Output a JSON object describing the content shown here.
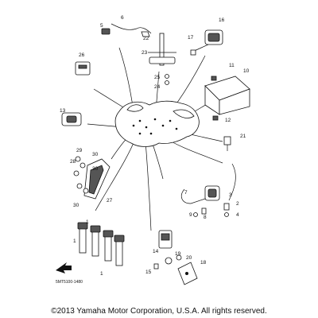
{
  "diagram": {
    "callouts": [
      {
        "id": "c6",
        "text": "6"
      },
      {
        "id": "c5",
        "text": "5"
      },
      {
        "id": "c16",
        "text": "16"
      },
      {
        "id": "c22",
        "text": "22"
      },
      {
        "id": "c17",
        "text": "17"
      },
      {
        "id": "c23",
        "text": "23"
      },
      {
        "id": "c26",
        "text": "26"
      },
      {
        "id": "c25",
        "text": "25"
      },
      {
        "id": "c24",
        "text": "24"
      },
      {
        "id": "c11",
        "text": "11"
      },
      {
        "id": "c10",
        "text": "10"
      },
      {
        "id": "c13",
        "text": "13"
      },
      {
        "id": "c12",
        "text": "12"
      },
      {
        "id": "c21",
        "text": "21"
      },
      {
        "id": "c29",
        "text": "29"
      },
      {
        "id": "c30a",
        "text": "30"
      },
      {
        "id": "c28",
        "text": "28"
      },
      {
        "id": "c30b",
        "text": "30"
      },
      {
        "id": "c27",
        "text": "27"
      },
      {
        "id": "c30c",
        "text": "30"
      },
      {
        "id": "c7",
        "text": "7"
      },
      {
        "id": "c3",
        "text": "3"
      },
      {
        "id": "c2",
        "text": "2"
      },
      {
        "id": "c4",
        "text": "4"
      },
      {
        "id": "c9",
        "text": "9"
      },
      {
        "id": "c8",
        "text": "8"
      },
      {
        "id": "c1a",
        "text": "1"
      },
      {
        "id": "c1b",
        "text": "1"
      },
      {
        "id": "c14",
        "text": "14"
      },
      {
        "id": "c19",
        "text": "19"
      },
      {
        "id": "c20",
        "text": "20"
      },
      {
        "id": "c18",
        "text": "18"
      },
      {
        "id": "c15",
        "text": "15"
      },
      {
        "id": "c1c",
        "text": "1"
      }
    ],
    "drawing_code": "5MT5100-1480",
    "copyright": "©2013 Yamaha Motor Corporation, U.S.A. All rights reserved."
  }
}
